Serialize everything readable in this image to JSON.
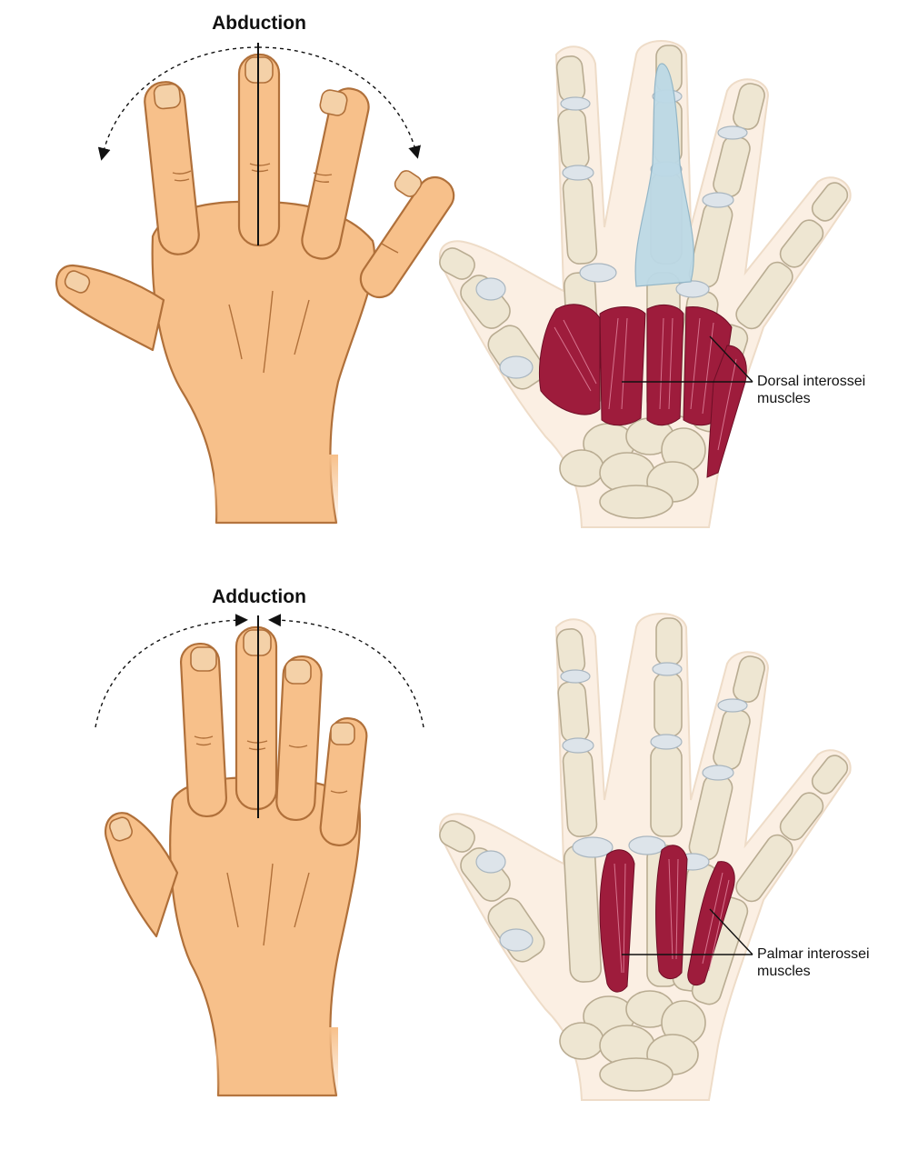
{
  "panels": {
    "abduction": {
      "title": "Abduction",
      "label_line1": "Dorsal interossei",
      "label_line2": "muscles"
    },
    "adduction": {
      "title": "Adduction",
      "label_line1": "Palmar interossei",
      "label_line2": "muscles"
    }
  },
  "colors": {
    "skin": "#f7c08a",
    "skin_outline": "#b0703a",
    "skin_shadow": "#e7a266",
    "bone": "#eee6d2",
    "bone_outline": "#b9ac92",
    "cartilage": "#dde4ea",
    "silhouette": "#fbefe3",
    "muscle": "#9e1c3c",
    "muscle_dark": "#6e0e26",
    "tendon": "#bcd9e6"
  }
}
